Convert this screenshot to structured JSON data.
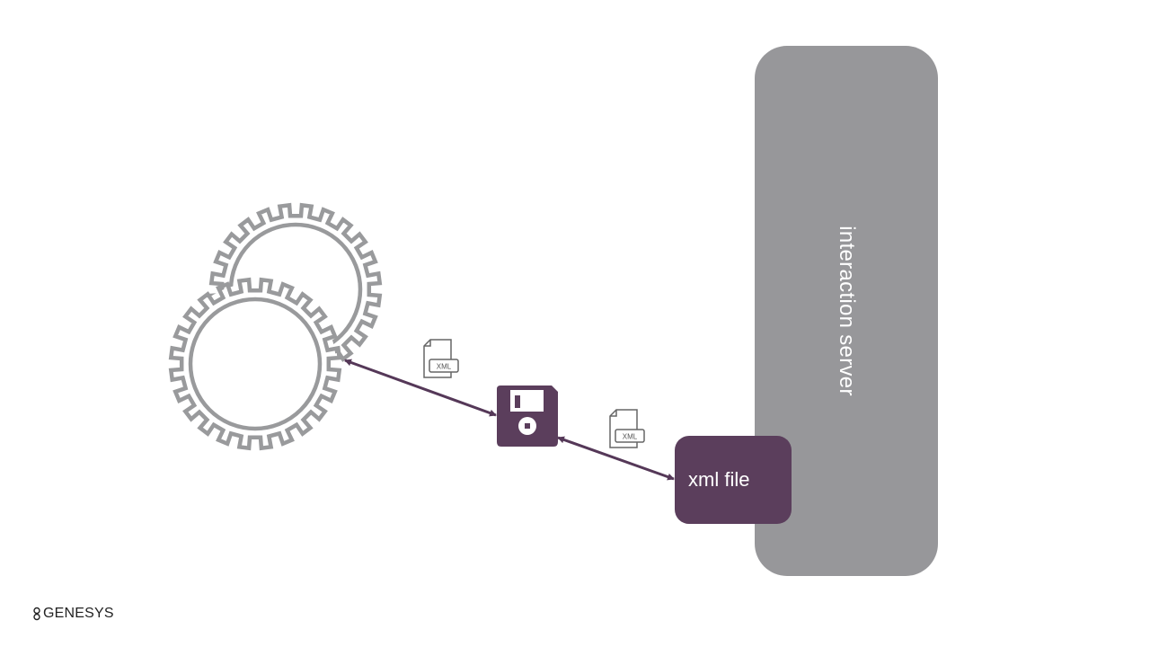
{
  "diagram": {
    "server": {
      "label": "interaction server",
      "color": "#97979a"
    },
    "xml_file_box": {
      "label": "xml file",
      "color": "#5b3e5c"
    },
    "xml_doc_icons": [
      {
        "label": "XML"
      },
      {
        "label": "XML"
      }
    ],
    "storage_icon": "floppy-disk-icon",
    "process_icon": "gears-icon",
    "arrow_color": "#553858"
  },
  "branding": {
    "logo_text": "GENESYS"
  }
}
